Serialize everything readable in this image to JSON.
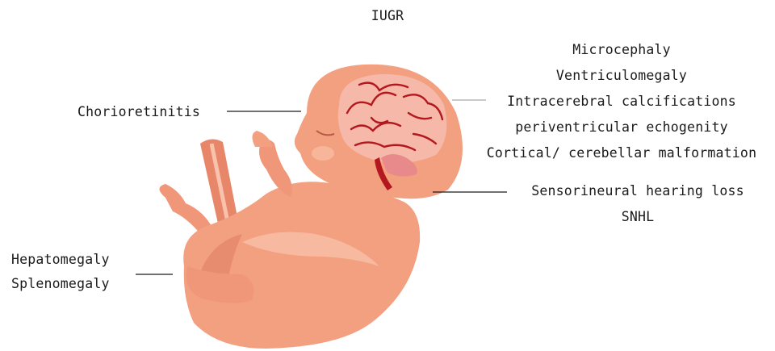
{
  "diagram": {
    "title": "IUGR",
    "brain_findings": [
      "Microcephaly",
      "Ventriculomegaly",
      "Intracerebral calcifications",
      "periventricular echogenity",
      "Cortical/ cerebellar malformation"
    ],
    "ear_findings": [
      "Sensorineural hearing loss",
      "SNHL"
    ],
    "eye_finding": "Chorioretinitis",
    "abdominal_findings": [
      "Hepatomegaly",
      "Splenomegaly"
    ]
  },
  "colors": {
    "skin": "#f2a07f",
    "skin_shadow": "#e07f63",
    "skin_highlight": "#f9c2ac",
    "brain": "#f6b8a8",
    "brain_lines": "#b3181e",
    "cord": "#e8866a",
    "leader_lines": "#1a1a1a"
  }
}
